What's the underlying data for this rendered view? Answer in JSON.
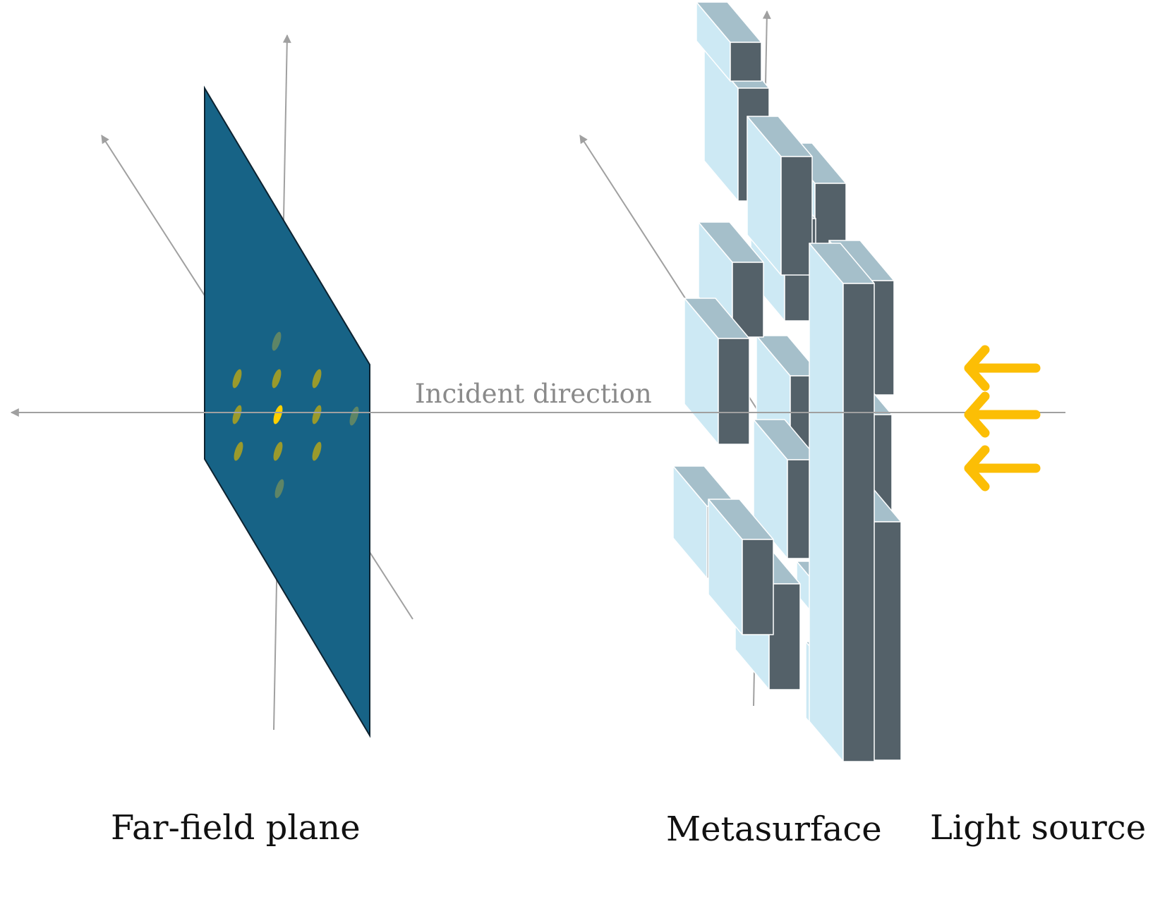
{
  "labels": {
    "incident_direction": "Incident direction",
    "far_field_plane": "Far-field plane",
    "metasurface": "Metasurface",
    "light_source": "Light source"
  },
  "colors": {
    "axis": "#a0a0a0",
    "plane": "#176386",
    "spot_bright": "#ffd000",
    "spot_mid": "#9a9a2c",
    "spot_dim": "#5e8566",
    "block_front": "#cde9f4",
    "block_top": "#a5bfca",
    "block_side": "#546169",
    "arrow": "#fcbe05"
  },
  "light_arrows": 3
}
